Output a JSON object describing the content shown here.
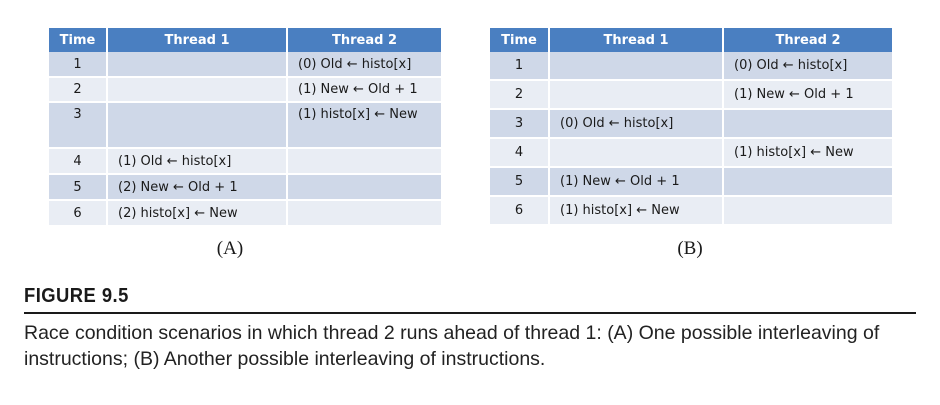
{
  "figure": {
    "number": "FIGURE 9.5",
    "caption": "Race condition scenarios in which thread 2 runs ahead of thread 1: (A) One possible interleaving of instructions; (B) Another possible interleaving of instructions."
  },
  "table_a": {
    "sublabel": "(A)",
    "headers": [
      "Time",
      "Thread 1",
      "Thread 2"
    ],
    "rows": [
      {
        "time": "1",
        "thread1": "",
        "thread2": "(0) Old ← histo[x]"
      },
      {
        "time": "2",
        "thread1": "",
        "thread2": "(1) New ← Old + 1"
      },
      {
        "time": "3",
        "thread1": "",
        "thread2": "(1) histo[x] ← New"
      },
      {
        "time": "4",
        "thread1": "(1) Old ← histo[x]",
        "thread2": ""
      },
      {
        "time": "5",
        "thread1": "(2) New ← Old + 1",
        "thread2": ""
      },
      {
        "time": "6",
        "thread1": "(2) histo[x] ← New",
        "thread2": ""
      }
    ]
  },
  "table_b": {
    "sublabel": "(B)",
    "headers": [
      "Time",
      "Thread 1",
      "Thread 2"
    ],
    "rows": [
      {
        "time": "1",
        "thread1": "",
        "thread2": "(0) Old ← histo[x]"
      },
      {
        "time": "2",
        "thread1": "",
        "thread2": "(1) New ← Old + 1"
      },
      {
        "time": "3",
        "thread1": "(0) Old ← histo[x]",
        "thread2": ""
      },
      {
        "time": "4",
        "thread1": "",
        "thread2": "(1) histo[x] ← New"
      },
      {
        "time": "5",
        "thread1": "(1) New ← Old + 1",
        "thread2": ""
      },
      {
        "time": "6",
        "thread1": "(1) histo[x] ← New",
        "thread2": ""
      }
    ]
  },
  "colors": {
    "header": "#4a7fc1",
    "row_odd": "#cfd8e8",
    "row_even": "#e9edf4"
  }
}
